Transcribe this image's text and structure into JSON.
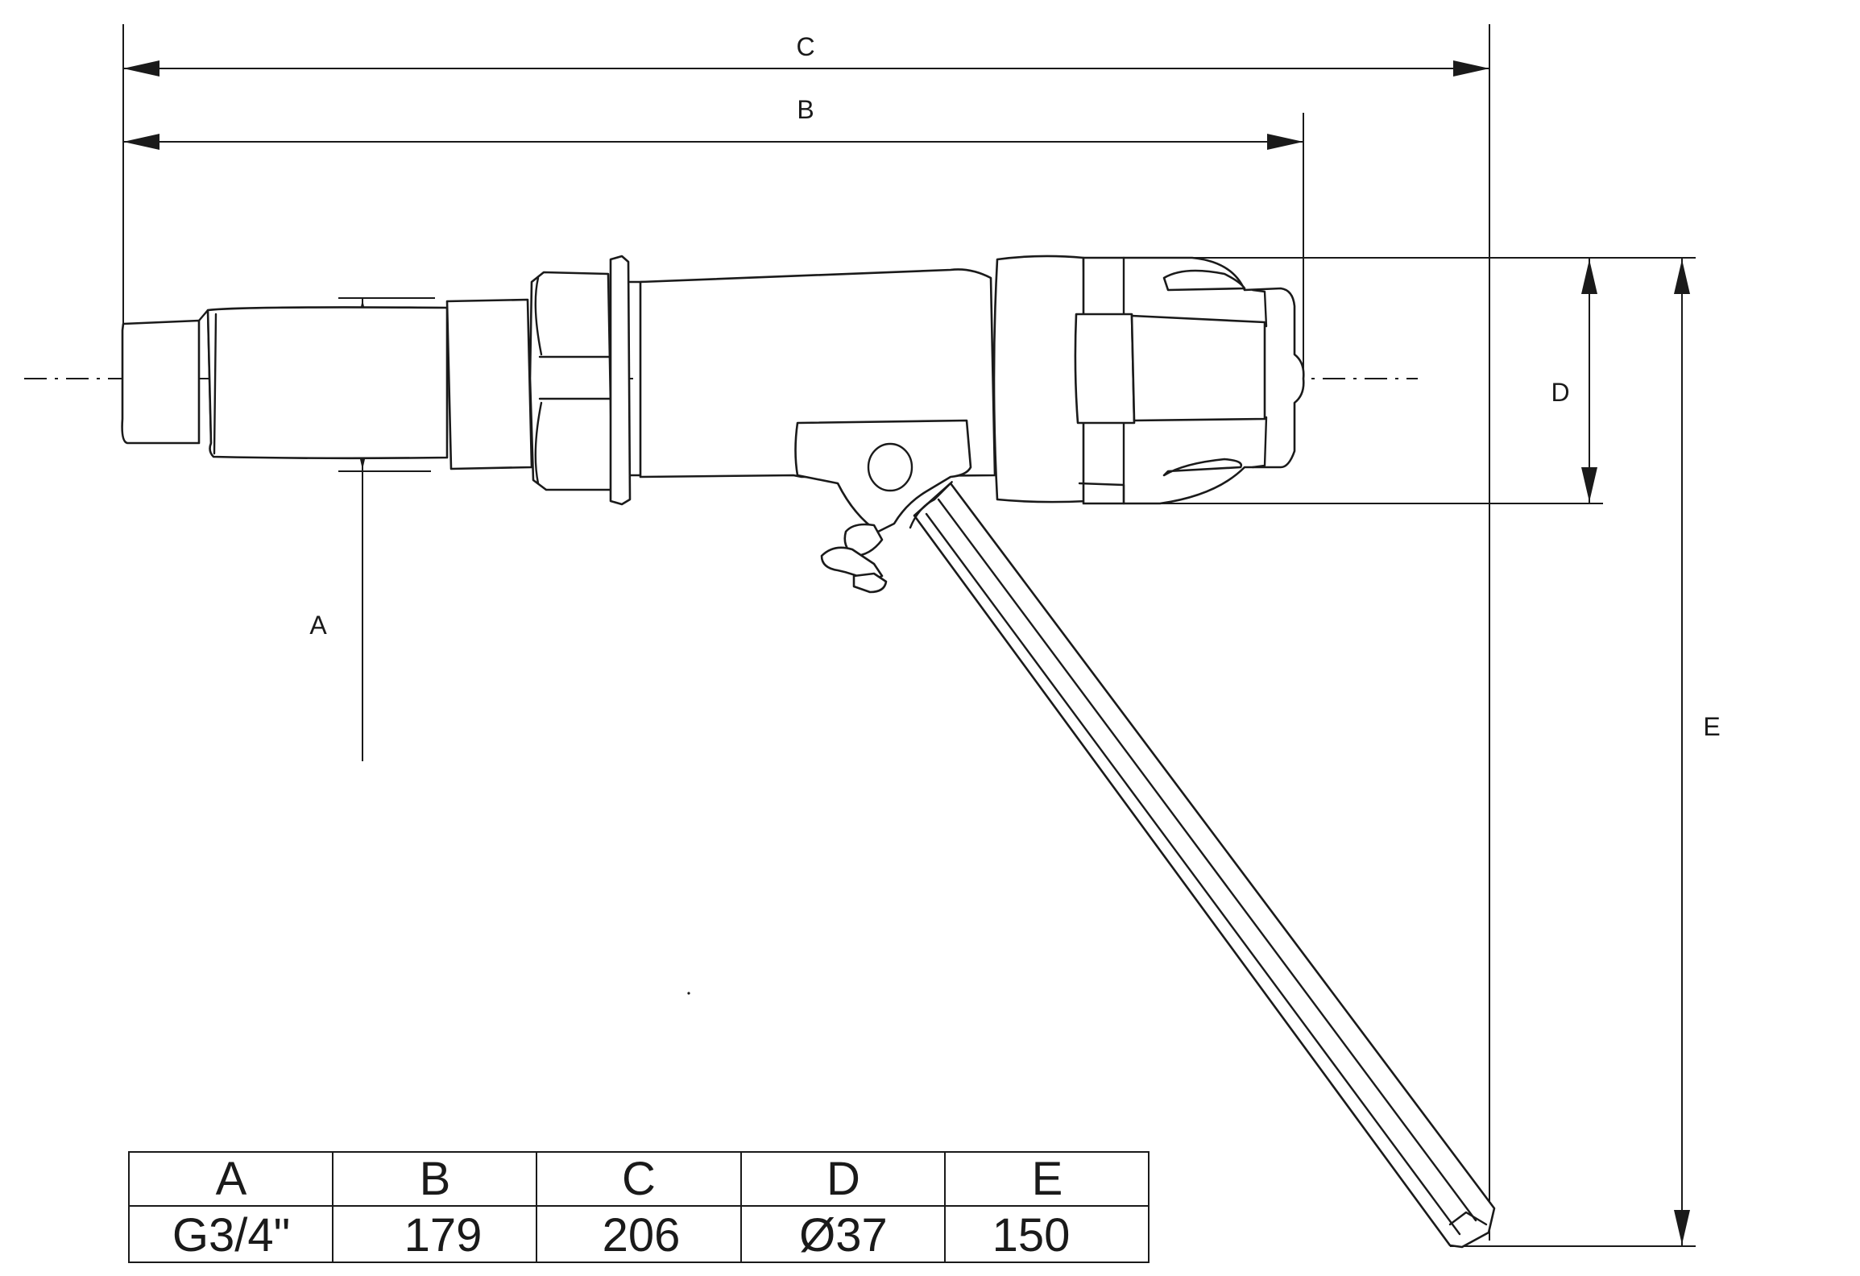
{
  "dimension_labels": {
    "a": "A",
    "b": "B",
    "c": "C",
    "d": "D",
    "e": "E"
  },
  "table": {
    "headers": [
      "A",
      "B",
      "C",
      "D",
      "E"
    ],
    "values": [
      "G3/4\"",
      "179",
      "206",
      "Ø37",
      "150"
    ]
  }
}
